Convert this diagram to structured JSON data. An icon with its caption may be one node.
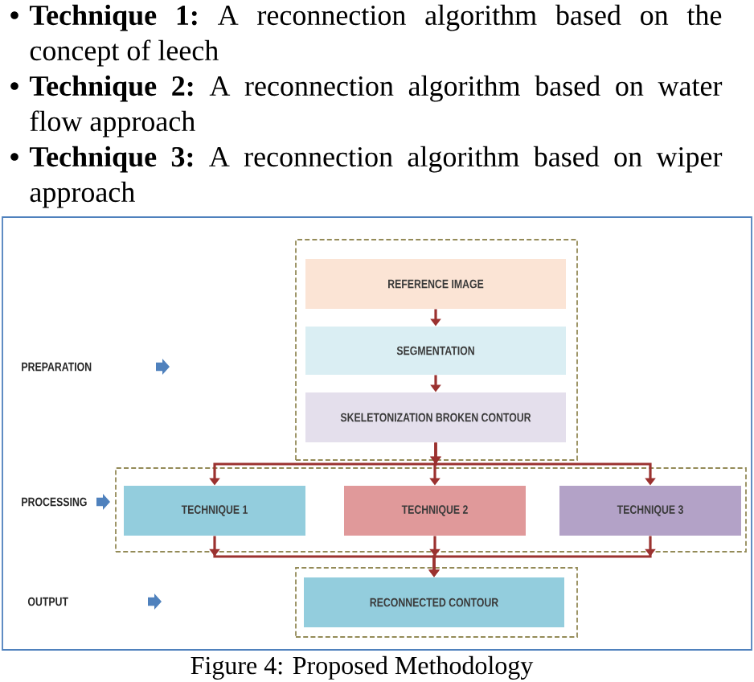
{
  "diagram": {
    "caption": "Figure 4: Proposed Methodology",
    "nodes": [
      {
        "text": [],
        "shape": "box"
      },
      {
        "text": [
          "REFERENCE IMAGE"
        ],
        "in": 0
      },
      {
        "text": [
          "SEGMENTATION"
        ],
        "in": 0
      },
      {
        "text": [
          "SKELETONIZATION BROKEN CONTOUR"
        ],
        "in": 0
      },
      {
        "text": [],
        "shape": "box"
      },
      {
        "text": [
          "TECHNIQUE 1"
        ],
        "in": 4
      },
      {
        "text": [
          "TECHNIQUE 2"
        ],
        "in": 4
      },
      {
        "text": [
          "TECHNIQUE 3"
        ],
        "in": 4
      },
      {
        "text": [],
        "shape": "box"
      },
      {
        "text": [
          "RECONNECTED CONTOUR"
        ],
        "in": 8
      }
    ],
    "edges": [
      {
        "from": 1,
        "to": 2,
        "arrow": "to"
      },
      {
        "from": 2,
        "to": 3,
        "arrow": "to"
      },
      {
        "from": 3,
        "to": 5,
        "arrow": "to"
      },
      {
        "from": 3,
        "to": 6,
        "arrow": "to"
      },
      {
        "from": 3,
        "to": 7,
        "arrow": "to"
      },
      {
        "from": 5,
        "to": 9,
        "arrow": "to"
      },
      {
        "from": 6,
        "to": 9,
        "arrow": "to"
      },
      {
        "from": 7,
        "to": 9,
        "arrow": "to"
      }
    ],
    "labels": [
      "**Technique 1:** A reconnection algorithm based on the concept of leech",
      "**Technique 2:** A reconnection algorithm based on water flow approach",
      "**Technique 3:** A reconnection algorithm based on wiper approach",
      "PREPARATION",
      "PROCESSING",
      "OUTPUT"
    ]
  }
}
